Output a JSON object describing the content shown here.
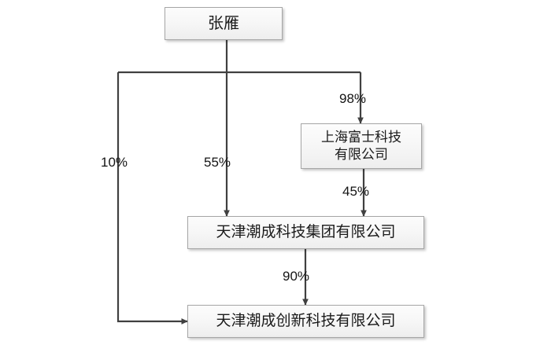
{
  "diagram": {
    "type": "ownership-structure-chart",
    "nodes": [
      {
        "id": "person",
        "label": "张雁"
      },
      {
        "id": "fushi",
        "label": "上海富士科技\n有限公司"
      },
      {
        "id": "group",
        "label": "天津潮成科技集团有限公司"
      },
      {
        "id": "innovation",
        "label": "天津潮成创新科技有限公司"
      }
    ],
    "edges": [
      {
        "from": "person",
        "to": "innovation",
        "label": "10%"
      },
      {
        "from": "person",
        "to": "group",
        "label": "55%"
      },
      {
        "from": "person",
        "to": "fushi",
        "label": "98%"
      },
      {
        "from": "fushi",
        "to": "group",
        "label": "45%"
      },
      {
        "from": "group",
        "to": "innovation",
        "label": "90%"
      }
    ],
    "colors": {
      "line": "#404040",
      "node_border": "#a6a6a6",
      "node_fill": "#f5f5f5",
      "text": "#1a1a1a",
      "background": "#ffffff"
    }
  }
}
